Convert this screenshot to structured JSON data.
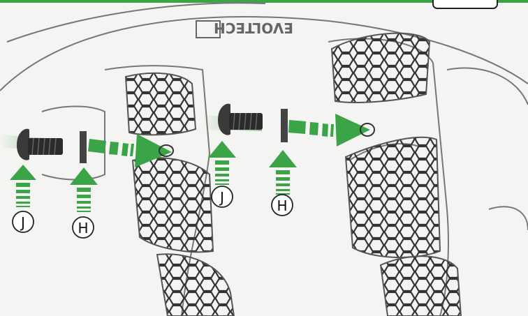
{
  "brand_text": "EVOLTECH",
  "colors": {
    "accent": "#3aa447",
    "accent_light": "#9fdca6",
    "line": "#555555",
    "bg": "#f4f4f2"
  },
  "callouts": [
    {
      "id": "j1",
      "label": "J"
    },
    {
      "id": "h1",
      "label": "H"
    },
    {
      "id": "j2",
      "label": "J"
    },
    {
      "id": "h2",
      "label": "H"
    }
  ]
}
